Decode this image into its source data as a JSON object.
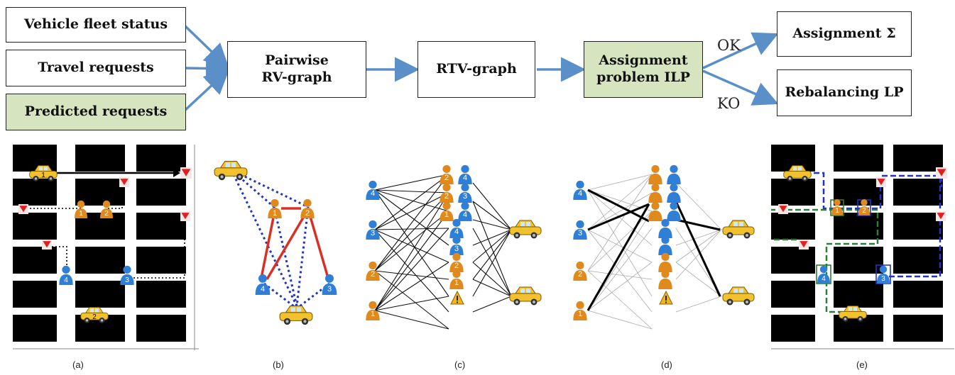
{
  "flow": {
    "vehicle_fleet_status": "Vehicle fleet status",
    "travel_requests": "Travel requests",
    "predicted_requests": "Predicted requests",
    "pairwise_line1": "Pairwise",
    "pairwise_line2": "RV-graph",
    "rtv_graph": "RTV-graph",
    "assignment_ilp_line1": "Assignment",
    "assignment_ilp_line2": "problem ILP",
    "ok": "OK",
    "ko": "KO",
    "assignment_sigma": "Assignment Σ",
    "rebalancing_lp": "Rebalancing LP"
  },
  "colors": {
    "green_box": "#d6e4bf",
    "arrow": "#5b8fc7",
    "person_blue": "#2f7fd6",
    "person_orange": "#e08a1e",
    "red_edge": "#d93025",
    "blue_dotted": "#2233cc",
    "green_dashed": "#2e7d32"
  },
  "panels": {
    "a": "(a)",
    "b": "(b)",
    "c": "(c)",
    "d": "(d)",
    "e": "(e)"
  },
  "icons": {
    "taxi": "taxi-icon",
    "person": "person-icon",
    "flag": "destination-flag-icon",
    "warning": "warning-icon"
  },
  "ids": {
    "one": "1",
    "two": "2",
    "three": "3",
    "four": "4",
    "warn": "!"
  }
}
